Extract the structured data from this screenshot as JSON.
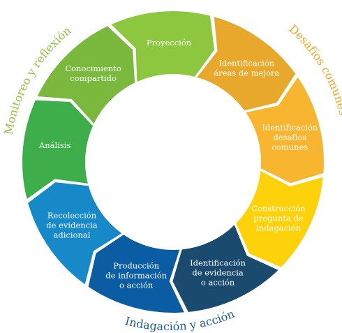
{
  "diagram": {
    "segments": [
      {
        "lines": [
          "Proyección"
        ],
        "color": "#8DC63F"
      },
      {
        "lines": [
          "Identificación",
          "áreas de mejora"
        ],
        "color": "#E8A82B"
      },
      {
        "lines": [
          "Identificación",
          "desafíos",
          "comunes"
        ],
        "color": "#F8B630"
      },
      {
        "lines": [
          "Construcción",
          "pregunta de",
          "indagación"
        ],
        "color": "#FDD20B"
      },
      {
        "lines": [
          "Identificación",
          "de evidencia",
          "o acción"
        ],
        "color": "#1A4A6E"
      },
      {
        "lines": [
          "Producción",
          "de información",
          "o acción"
        ],
        "color": "#0B5DA3"
      },
      {
        "lines": [
          "Recolección",
          "de evidencia",
          "adicional"
        ],
        "color": "#1788C8"
      },
      {
        "lines": [
          "Análisis"
        ],
        "color": "#3DAE49"
      },
      {
        "lines": [
          "Conocimiento",
          "compartido"
        ],
        "color": "#7AB93E"
      }
    ],
    "phases": [
      {
        "label": "Monitoreo y reflexión",
        "color": "#8DC63F"
      },
      {
        "label": "Desafíos comunes",
        "color": "#F5A623"
      },
      {
        "label": "Indagación y acción",
        "color": "#1E5C99"
      }
    ]
  }
}
